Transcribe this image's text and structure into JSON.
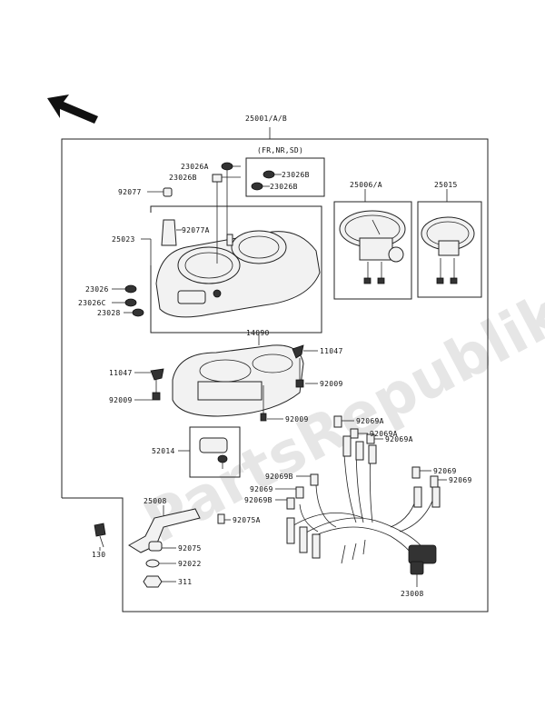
{
  "watermark": "PartsRepublik",
  "labels": {
    "assembly": "25001/A/B",
    "variant": "(FR,NR,SD)",
    "p23026A_top": "23026A",
    "p23026B_top": "23026B",
    "p23026B_inset1": "23026B",
    "p23026B_inset2": "23026B",
    "p92077": "92077",
    "p92077A": "92077A",
    "p25023": "25023",
    "p23026_left": "23026",
    "p23026C": "23026C",
    "p23028": "23028",
    "p25006A": "25006/A",
    "p25015": "25015",
    "p14090": "14090",
    "p11047_right": "11047",
    "p11047_left": "11047",
    "p92009_right": "92009",
    "p92009_left": "92009",
    "p92009_bottom": "92009",
    "p52014": "52014",
    "p92069A_1": "92069A",
    "p92069A_2": "92069A",
    "p92069A_3": "92069A",
    "p92069_r1": "92069",
    "p92069_r2": "92069",
    "p92069B_1": "92069B",
    "p92069_l": "92069",
    "p92069B_2": "92069B",
    "p25008": "25008",
    "p92075A": "92075A",
    "p130": "130",
    "p92075": "92075",
    "p92022": "92022",
    "p311": "311",
    "p23008": "23008"
  }
}
